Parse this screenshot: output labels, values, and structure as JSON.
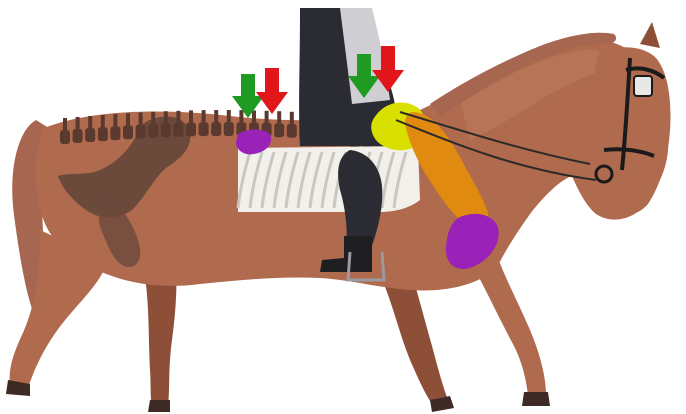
{
  "image": {
    "subject": "horse-with-rider-skeleton-overlay",
    "background_color": "#ffffff"
  },
  "colors": {
    "horse_coat": "#b06a4d",
    "horse_coat_dark": "#8d4f37",
    "horse_coat_light": "#c9876a",
    "mane_tail": "#a7664f",
    "hoof_dark": "#3d2a24",
    "spine": "#5a3a2e",
    "pelvis": "#6b4a3c",
    "saddle_pad": "#f2f0ea",
    "rider_dark": "#2b2b33",
    "rider_light": "#cfcfd3",
    "boot": "#1f1f22",
    "scapula_yellow": "#d9e000",
    "humerus_orange": "#e08a10",
    "joint_purple": "#9a22b8",
    "arrow_green": "#1f9a22",
    "arrow_red": "#e0161a",
    "bridle": "#1a1a1a",
    "rein": "#2a2a2a"
  },
  "markers": [
    {
      "name": "rear-green-arrow",
      "color": "green"
    },
    {
      "name": "rear-red-arrow",
      "color": "red"
    },
    {
      "name": "front-green-arrow",
      "color": "green"
    },
    {
      "name": "front-red-arrow",
      "color": "red"
    }
  ]
}
